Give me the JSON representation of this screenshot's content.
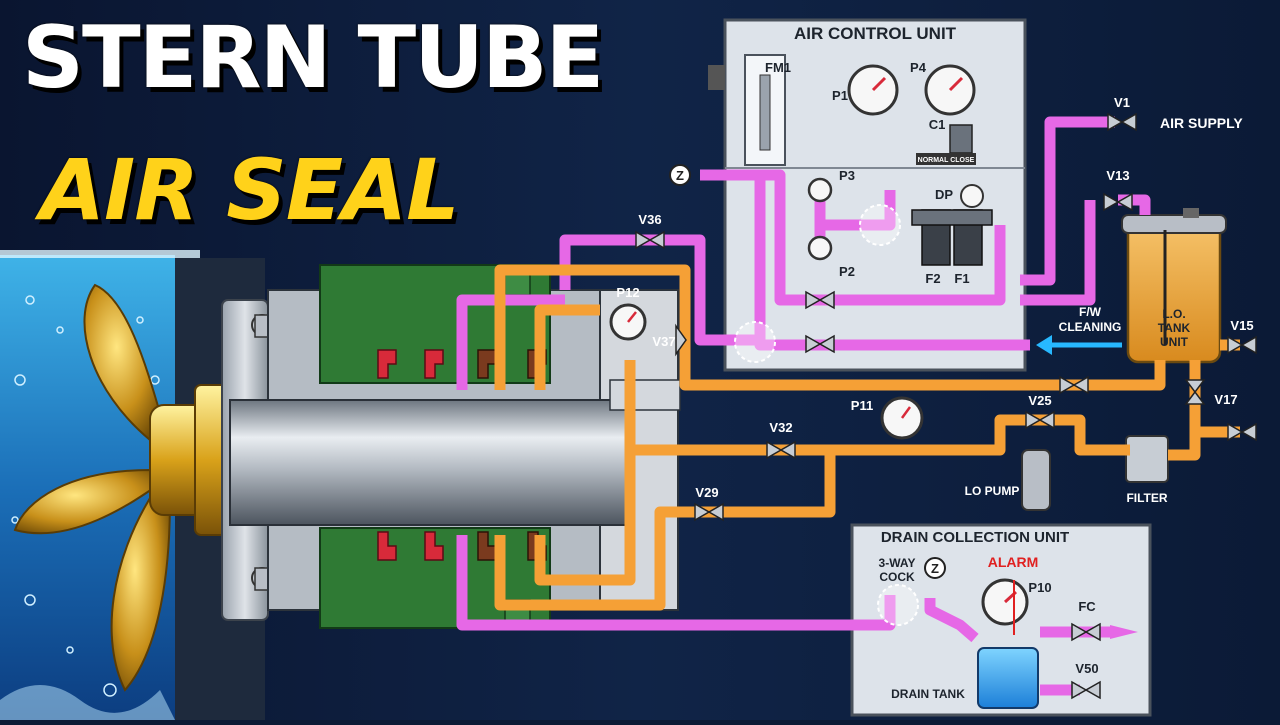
{
  "title": {
    "line1": "STERN TUBE",
    "line2": "AIR SEAL"
  },
  "colors": {
    "air_line": "#e668e6",
    "oil_line": "#f5a036",
    "background": "#0c1a35",
    "title_accent": "#ffd21a",
    "seal_red": "#d82a3a",
    "seal_brown": "#7a3a1e",
    "alarm": "#e02020",
    "cleaning_arrow": "#27b8ff"
  },
  "air_control_unit": {
    "title": "AIR CONTROL UNIT",
    "fm1": "FM1",
    "p1": "P1",
    "p4": "P4",
    "c1": "C1",
    "normal_close": "NORMAL CLOSE",
    "p3": "P3",
    "p2": "P2",
    "dp": "DP",
    "f2": "F2",
    "f1": "F1"
  },
  "labels": {
    "v1": "V1",
    "air_supply": "AIR SUPPLY",
    "v13": "V13",
    "v36": "V36",
    "z_top": "Z",
    "p12": "P12",
    "v37": "V37",
    "fw_cleaning_1": "F/W",
    "fw_cleaning_2": "CLEANING",
    "lo_tank_1": "L.O.",
    "lo_tank_2": "TANK",
    "lo_tank_3": "UNIT",
    "v15": "V15",
    "v17": "V17",
    "p11": "P11",
    "v25": "V25",
    "v32": "V32",
    "lo_pump": "LO PUMP",
    "filter": "FILTER",
    "v29": "V29"
  },
  "drain_collection_unit": {
    "title": "DRAIN COLLECTION UNIT",
    "three_way_1": "3-WAY",
    "three_way_2": "COCK",
    "z": "Z",
    "alarm": "ALARM",
    "p10": "P10",
    "fc": "FC",
    "v50": "V50",
    "drain_tank": "DRAIN TANK"
  }
}
